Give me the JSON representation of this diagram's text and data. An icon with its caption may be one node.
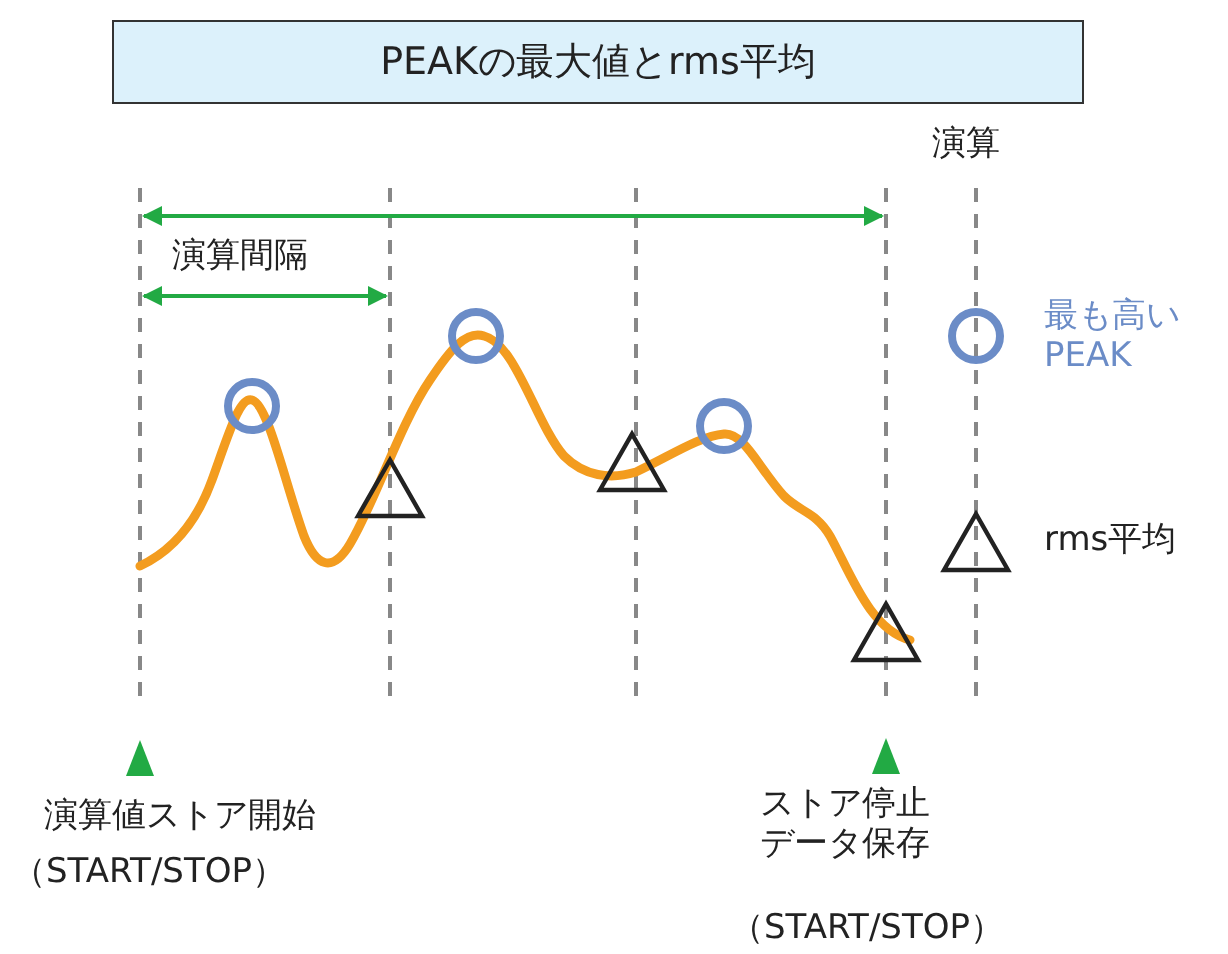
{
  "diagram": {
    "title": "PEAKの最大値とrms平均",
    "labels": [
      "演算",
      "演算間隔",
      "演算値ストア開始",
      "（START/STOP）",
      "ストア停止データ保存",
      "（START/STOP）"
    ],
    "legend": [
      {
        "text": "最も高い PEAK"
      },
      {
        "text": "rms平均"
      }
    ]
  }
}
